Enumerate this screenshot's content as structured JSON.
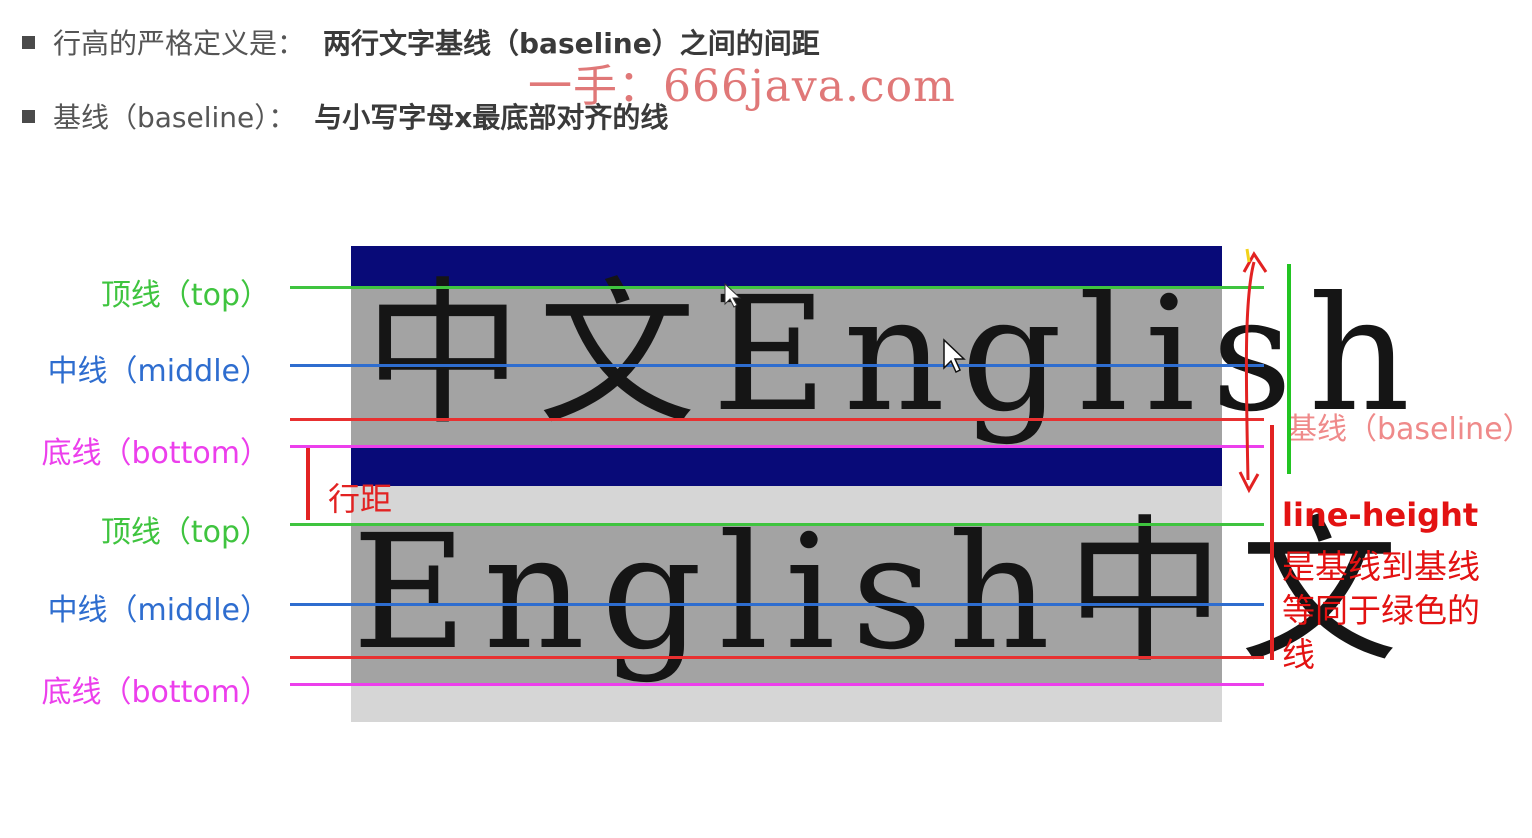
{
  "bullets": [
    {
      "prefix": "行高的严格定义是：",
      "emphasis": "两行文字基线（baseline）之间的间距"
    },
    {
      "prefix": "基线（baseline）：",
      "emphasis": "与小写字母x最底部对齐的线"
    }
  ],
  "watermark": "一手：666java.com",
  "samples": {
    "row1": "中文English",
    "row2": "English中文"
  },
  "labels": {
    "row1": {
      "top": "顶线（top）",
      "middle": "中线（middle）",
      "bottom": "底线（bottom）"
    },
    "row2": {
      "top": "顶线（top）",
      "middle": "中线（middle）",
      "bottom": "底线（bottom）"
    },
    "baseline": "基线（baseline）",
    "line_gap": "行距"
  },
  "line_height_note": {
    "title": "line-height",
    "line1": "是基线到基线",
    "line2": "等同于绿色的",
    "line3": "线"
  },
  "colors": {
    "top_line": "#3fc43f",
    "middle_line": "#2e6dcf",
    "baseline": "#e83030",
    "bottom_line": "#ec3fec",
    "annotation": "#e31212",
    "outer_box": "#080a78",
    "text_box": "#a3a3a3"
  }
}
